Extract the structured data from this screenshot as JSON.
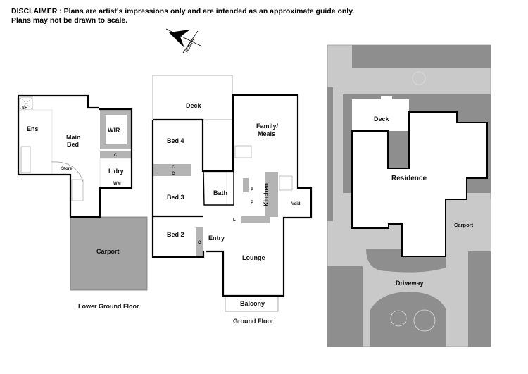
{
  "disclaimer": {
    "line1": "DISCLAIMER : Plans are artist's impressions only and are intended as an approximate guide only.",
    "line2": "Plans may not be drawn to scale."
  },
  "north_label": "NORTH",
  "lower_ground": {
    "title": "Lower Ground Floor",
    "rooms": {
      "ens": "Ens",
      "main_bed_1": "Main",
      "main_bed_2": "Bed",
      "wir": "WIR",
      "cupboard": "C",
      "laundry": "L'dry",
      "washing_machine": "WM",
      "store": "Store",
      "shower": "SH",
      "carport": "Carport"
    }
  },
  "ground": {
    "title": "Ground Floor",
    "rooms": {
      "deck": "Deck",
      "bed4": "Bed 4",
      "c1": "C",
      "c2": "C",
      "bed3": "Bed 3",
      "bath": "Bath",
      "kitchen": "Kitchen",
      "pantry1": "P",
      "pantry2": "P",
      "linen": "L",
      "void": "Void",
      "family_1": "Family/",
      "family_2": "Meals",
      "entry": "Entry",
      "bed2": "Bed 2",
      "c3": "C",
      "lounge": "Lounge",
      "balcony": "Balcony"
    }
  },
  "site": {
    "deck": "Deck",
    "residence": "Residence",
    "carport": "Carport",
    "driveway": "Driveway"
  },
  "colors": {
    "wall": "#000000",
    "fixture_gray": "#b4b4b4",
    "site_dark": "#8e8e8e",
    "site_light": "#c9c9c9",
    "carport": "#a3a3a3"
  }
}
